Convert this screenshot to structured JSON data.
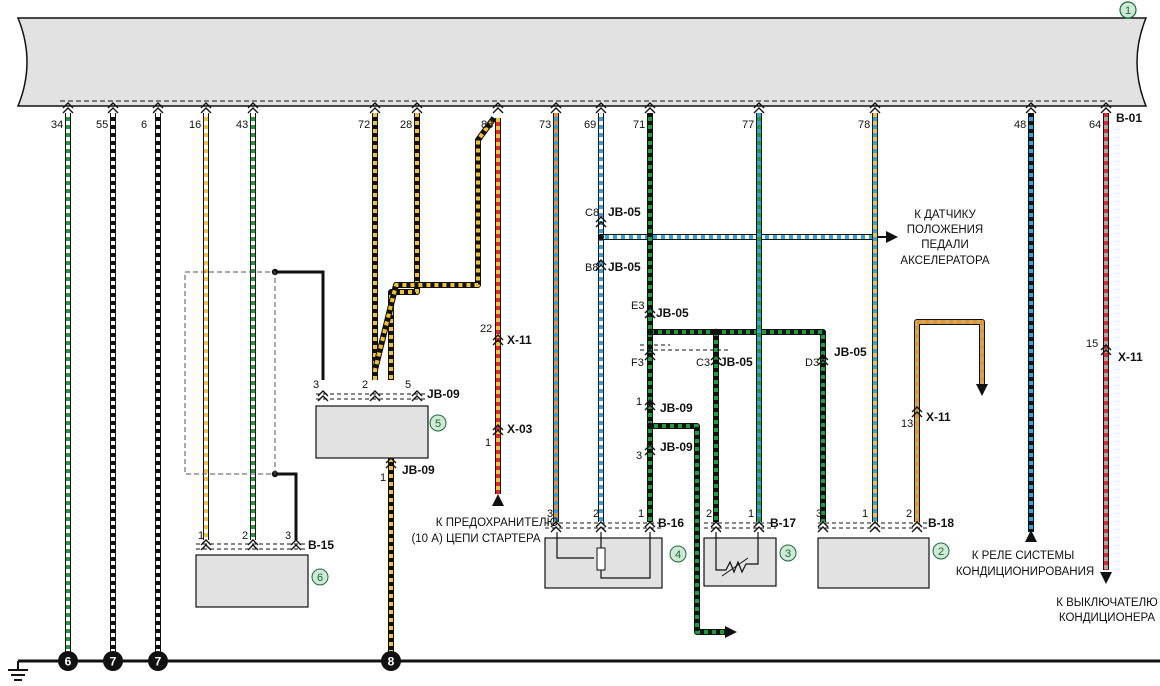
{
  "ecu_ref": "1",
  "top_connector": "B-01",
  "ecu_pins": [
    "34",
    "55",
    "6",
    "16",
    "43",
    "72",
    "28",
    "88",
    "73",
    "69",
    "71",
    "77",
    "78",
    "48",
    "64"
  ],
  "ground_refs": [
    "6",
    "7",
    "7",
    "8"
  ],
  "components": {
    "c6": {
      "ref": "6",
      "connector": "B-15",
      "pins": [
        "1",
        "2",
        "3"
      ]
    },
    "c5": {
      "ref": "5",
      "connector_top": "JB-09",
      "pins_top": [
        "3",
        "2",
        "5"
      ],
      "connector_bottom": "JB-09",
      "pin_bottom": "1"
    },
    "c4": {
      "ref": "4",
      "connector": "B-16",
      "pins": [
        "3",
        "2",
        "1"
      ]
    },
    "c3": {
      "ref": "3",
      "connector": "B-17",
      "pins": [
        "2",
        "1"
      ]
    },
    "c2": {
      "ref": "2",
      "connector": "B-18",
      "pins": [
        "3",
        "1",
        "2"
      ]
    }
  },
  "junctions": {
    "c8": {
      "pin": "C8",
      "conn": "JB-05"
    },
    "b8": {
      "pin": "B8",
      "conn": "JB-05"
    },
    "e3": {
      "pin": "E3",
      "conn": "JB-05"
    },
    "f3": {
      "pin": "F3"
    },
    "c3": {
      "pin": "C3",
      "conn": "JB-05"
    },
    "d3": {
      "pin": "D3",
      "conn": "JB-05"
    },
    "jb09a": {
      "pin": "1",
      "conn": "JB-09"
    },
    "jb09b": {
      "pin": "3",
      "conn": "JB-09"
    },
    "x11a": {
      "pin": "22",
      "conn": "X-11"
    },
    "x03": {
      "pin": "1",
      "conn": "X-03"
    },
    "x11b": {
      "pin": "13",
      "conn": "X-11"
    },
    "x11c": {
      "pin": "15",
      "conn": "X-11"
    }
  },
  "notes": {
    "pedal": [
      "К ДАТЧИКУ",
      "ПОЛОЖЕНИЯ",
      "ПЕДАЛИ",
      "АКСЕЛЕРАТОРА"
    ],
    "fuse": [
      "К ПРЕДОХРАНИТЕЛЮ",
      "(10 А) ЦЕПИ СТАРТЕРА"
    ],
    "relay": [
      "К РЕЛЕ СИСТЕМЫ",
      "КОНДИЦИОНИРОВАНИЯ"
    ],
    "switch": [
      "К ВЫКЛЮЧАТЕЛЮ",
      "КОНДИЦИОНЕРА"
    ]
  },
  "colors": {
    "black": "#111111",
    "white": "#ffffff",
    "green": "#1b9e3a",
    "blue": "#2aa6dc",
    "yellow": "#f2c230",
    "red": "#e0262b",
    "grey": "#a8a8a8",
    "orange": "#e8922a",
    "tan": "#c9a86a",
    "box": "#e2e2e2",
    "ref": "#1a6b3a"
  }
}
